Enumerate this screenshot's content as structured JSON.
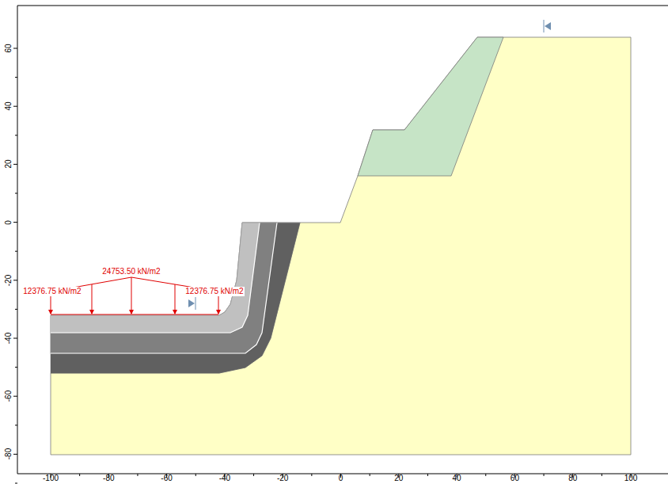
{
  "diagram": {
    "labels": [
      "12376.75 kN/m2",
      "24753.50 kN/m2",
      "12376.75 kN/m2",
      "60",
      "40",
      "20",
      "0",
      "-20",
      "-40",
      "-60",
      "-80",
      "-100",
      "-80",
      "-60",
      "-40",
      "-20",
      "0",
      "20",
      "40",
      "60",
      "80",
      "100"
    ]
  }
}
